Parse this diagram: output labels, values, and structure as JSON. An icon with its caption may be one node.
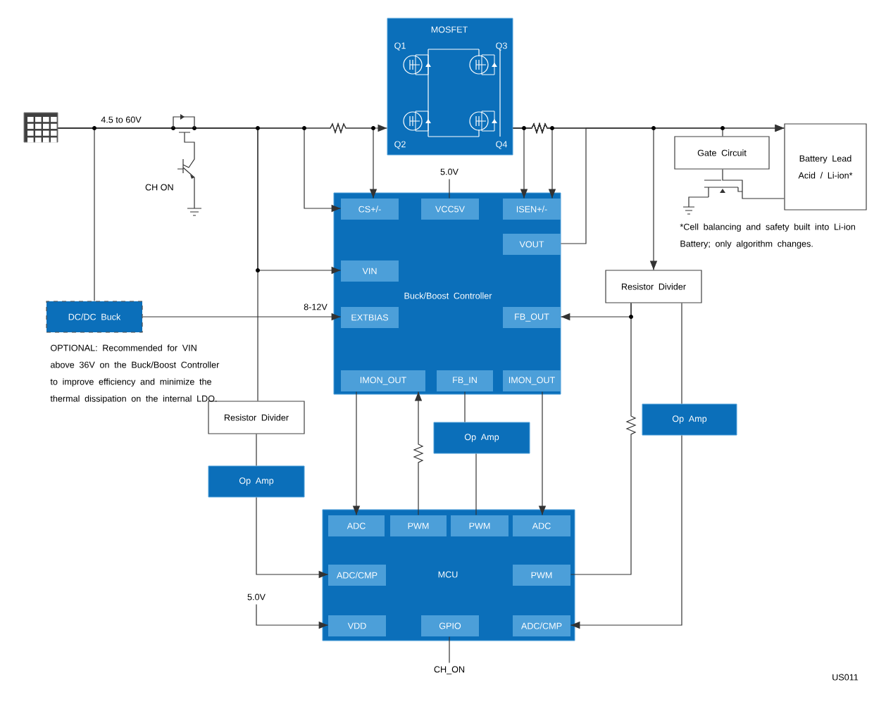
{
  "diagram": {
    "nodes": [
      {
        "text": [],
        "shape": "picture"
      },
      {
        "text": [
          "MOSFET",
          "Q1",
          "Q3",
          "Q2",
          "Q4"
        ]
      },
      {
        "text": [
          "Buck/Boost Controller"
        ]
      },
      {
        "text": [
          "CS+/-"
        ],
        "in": 2
      },
      {
        "text": [
          "VCC5V"
        ],
        "in": 2
      },
      {
        "text": [
          "ISEN+/-"
        ],
        "in": 2
      },
      {
        "text": [
          "VOUT"
        ],
        "in": 2
      },
      {
        "text": [
          "VIN"
        ],
        "in": 2
      },
      {
        "text": [
          "EXTBIAS"
        ],
        "in": 2
      },
      {
        "text": [
          "FB_OUT"
        ],
        "in": 2
      },
      {
        "text": [
          "IMON_OUT"
        ],
        "in": 2
      },
      {
        "text": [
          "FB_IN"
        ],
        "in": 2
      },
      {
        "text": [
          "IMON_OUT"
        ],
        "in": 2
      },
      {
        "text": [
          "Gate Circuit"
        ]
      },
      {
        "text": [
          "Battery Lead Acid / Li-ion*"
        ]
      },
      {
        "text": [
          "DC/DC Buck"
        ]
      },
      {
        "text": [
          "Resistor Divider"
        ]
      },
      {
        "text": [
          "Resistor Divider"
        ]
      },
      {
        "text": [
          "Op Amp"
        ]
      },
      {
        "text": [
          "Op Amp"
        ]
      },
      {
        "text": [
          "Op Amp"
        ]
      },
      {
        "text": [
          "MCU"
        ]
      },
      {
        "text": [
          "ADC"
        ],
        "in": 21
      },
      {
        "text": [
          "PWM"
        ],
        "in": 21
      },
      {
        "text": [
          "PWM"
        ],
        "in": 21
      },
      {
        "text": [
          "ADC"
        ],
        "in": 21
      },
      {
        "text": [
          "ADC/CMP"
        ],
        "in": 21
      },
      {
        "text": [
          "PWM"
        ],
        "in": 21
      },
      {
        "text": [
          "VDD"
        ],
        "in": 21
      },
      {
        "text": [
          "GPIO"
        ],
        "in": 21
      },
      {
        "text": [
          "ADC/CMP"
        ],
        "in": 21
      },
      {
        "text": [
          "CH_ON"
        ]
      },
      {
        "text": [
          "5.0V"
        ]
      },
      {
        "text": [
          "5.0V"
        ]
      }
    ],
    "edges": [
      {
        "from": 0,
        "to": 1,
        "arrow": "to",
        "label": "4.5 to 60V"
      },
      {
        "from": 0,
        "to": 15,
        "arrow": "none"
      },
      {
        "from": 0,
        "to": 3,
        "arrow": "to"
      },
      {
        "from": 0,
        "to": 3,
        "arrow": "to"
      },
      {
        "from": 0,
        "to": 7,
        "arrow": "to"
      },
      {
        "from": 0,
        "to": 17,
        "arrow": "none"
      },
      {
        "from": 15,
        "to": 8,
        "arrow": "to",
        "label": "8-12V"
      },
      {
        "from": 32,
        "to": 4,
        "arrow": "none"
      },
      {
        "from": 1,
        "to": 5,
        "arrow": "to"
      },
      {
        "from": 1,
        "to": 5,
        "arrow": "to"
      },
      {
        "from": 6,
        "to": 14,
        "arrow": "to"
      },
      {
        "from": 1,
        "to": 14,
        "arrow": "to"
      },
      {
        "from": 1,
        "to": 16,
        "arrow": "to"
      },
      {
        "from": 1,
        "to": 13,
        "arrow": "none"
      },
      {
        "from": 13,
        "to": 14,
        "arrow": "none"
      },
      {
        "from": 16,
        "to": 9,
        "arrow": "to"
      },
      {
        "from": 27,
        "to": 16,
        "arrow": "none"
      },
      {
        "from": 16,
        "to": 18,
        "arrow": "none"
      },
      {
        "from": 18,
        "to": 30,
        "arrow": "to"
      },
      {
        "from": 10,
        "to": 22,
        "arrow": "to"
      },
      {
        "from": 23,
        "to": 10,
        "arrow": "to"
      },
      {
        "from": 11,
        "to": 19,
        "arrow": "none"
      },
      {
        "from": 19,
        "to": 24,
        "arrow": "none"
      },
      {
        "from": 12,
        "to": 25,
        "arrow": "to"
      },
      {
        "from": 17,
        "to": 20,
        "arrow": "none"
      },
      {
        "from": 20,
        "to": 26,
        "arrow": "to"
      },
      {
        "from": 33,
        "to": 28,
        "arrow": "to"
      },
      {
        "from": 29,
        "to": 31,
        "arrow": "none"
      }
    ],
    "labels": [
      "CH ON",
      "*Cell balancing and safety built into Li-ion Battery; only algorithm changes.",
      "OPTIONAL: Recommended for VIN above 36V on the Buck/Boost Controller to improve efficiency and minimize the thermal dissipation on the internal LDO.",
      "US011"
    ]
  }
}
